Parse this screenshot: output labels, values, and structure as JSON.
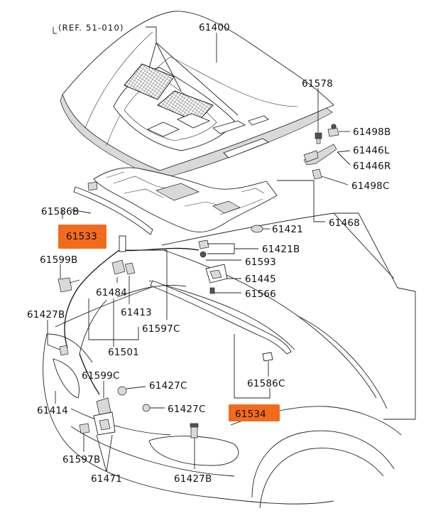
{
  "diagram": {
    "reference": "(REF. 51-010)",
    "highlight_color": "#f26b1d",
    "line_color": "#222222",
    "parts": {
      "p61400": "61400",
      "p61578": "61578",
      "p61498B": "61498B",
      "p61446L": "61446L",
      "p61446R": "61446R",
      "p61498C": "61498C",
      "p61468": "61468",
      "p61421": "61421",
      "p61421B": "61421B",
      "p61593": "61593",
      "p61445": "61445",
      "p61566": "61566",
      "p61586B": "61586B",
      "p61533": "61533",
      "p61599B": "61599B",
      "p61484": "61484",
      "p61413": "61413",
      "p61597C": "61597C",
      "p61427B": "61427B",
      "p61501": "61501",
      "p61599C": "61599C",
      "p61427C_a": "61427C",
      "p61427C_b": "61427C",
      "p61414": "61414",
      "p61586C": "61586C",
      "p61534": "61534",
      "p61597B": "61597B",
      "p61471": "61471",
      "p61427B_b": "61427B"
    }
  }
}
